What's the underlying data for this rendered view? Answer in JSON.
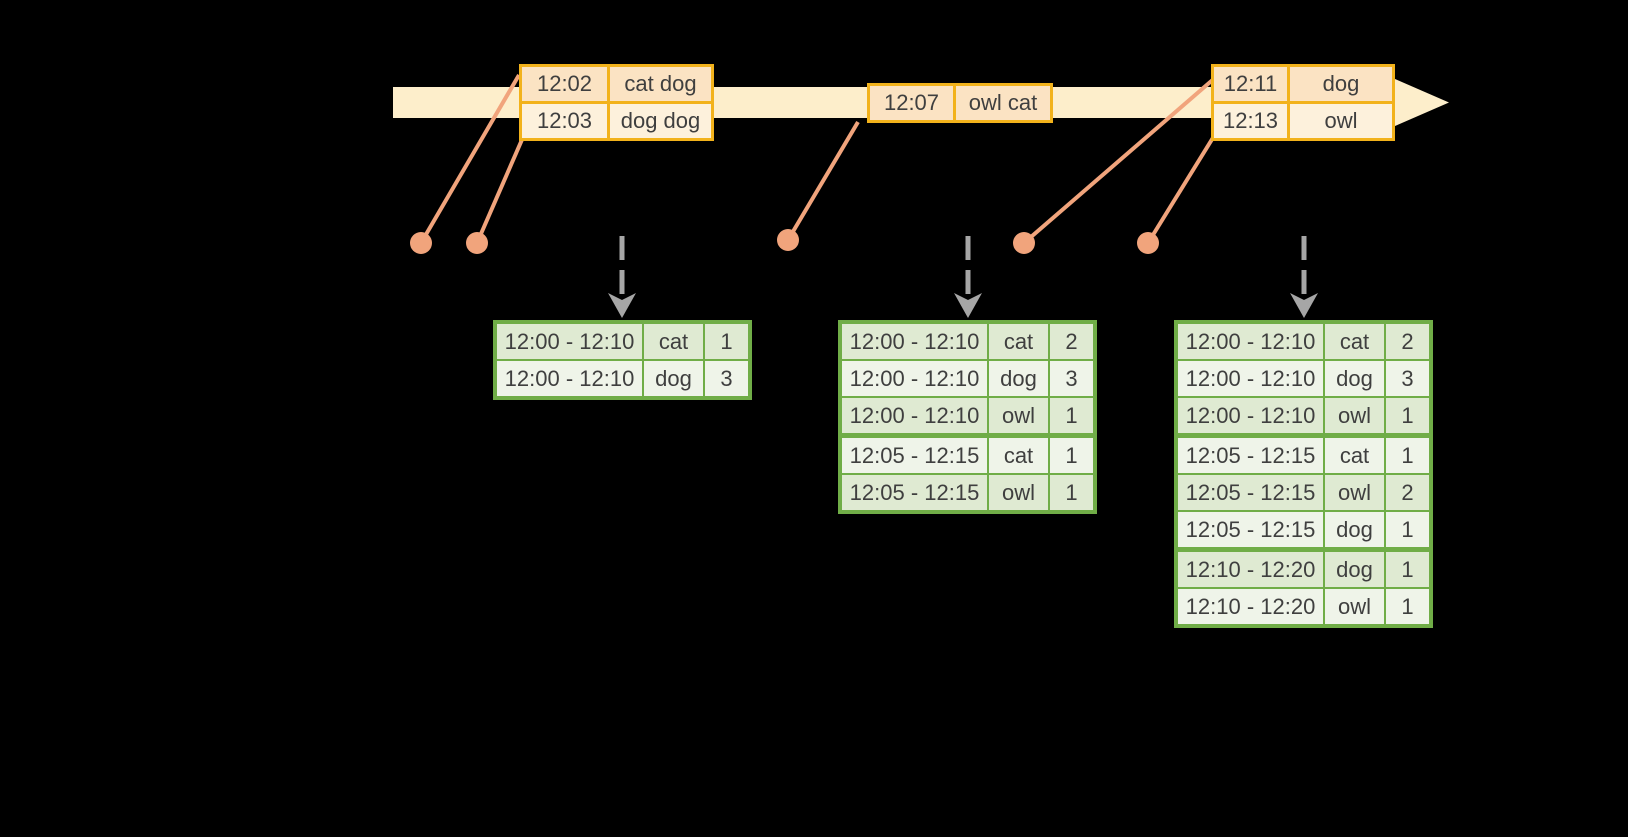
{
  "diagram": {
    "description_colors": {
      "background": "#000000",
      "timeline_fill": "#FDEECB",
      "event_table_border": "#F2B21B",
      "event_row_dark": "#FBE3C3",
      "event_row_light": "#FDF1DC",
      "connector": "#F1A47C",
      "result_table_border": "#70AD47",
      "result_row_dark": "#DFEAD2",
      "result_row_light": "#EFF4E9",
      "trigger_arrow": "#A6A6A6",
      "text": "#3F3F3F"
    },
    "event_tables": [
      {
        "rows": [
          {
            "cells": [
              "12:02",
              "cat dog"
            ]
          },
          {
            "cells": [
              "12:03",
              "dog dog"
            ]
          }
        ]
      },
      {
        "rows": [
          {
            "cells": [
              "12:07",
              "owl cat"
            ]
          }
        ]
      },
      {
        "rows": [
          {
            "cells": [
              "12:11",
              "dog"
            ]
          },
          {
            "cells": [
              "12:13",
              "owl"
            ]
          }
        ]
      }
    ],
    "result_tables": [
      {
        "rows": [
          {
            "cells": [
              "12:00 - 12:10",
              "cat",
              "1"
            ]
          },
          {
            "cells": [
              "12:00 - 12:10",
              "dog",
              "3"
            ]
          }
        ]
      },
      {
        "rows": [
          {
            "cells": [
              "12:00 - 12:10",
              "cat",
              "2"
            ]
          },
          {
            "cells": [
              "12:00 - 12:10",
              "dog",
              "3"
            ]
          },
          {
            "cells": [
              "12:00 - 12:10",
              "owl",
              "1"
            ]
          },
          {
            "cells": [
              "12:05 - 12:15",
              "cat",
              "1"
            ]
          },
          {
            "cells": [
              "12:05 - 12:15",
              "owl",
              "1"
            ]
          }
        ]
      },
      {
        "rows": [
          {
            "cells": [
              "12:00 - 12:10",
              "cat",
              "2"
            ]
          },
          {
            "cells": [
              "12:00 - 12:10",
              "dog",
              "3"
            ]
          },
          {
            "cells": [
              "12:00 - 12:10",
              "owl",
              "1"
            ]
          },
          {
            "cells": [
              "12:05 - 12:15",
              "cat",
              "1"
            ]
          },
          {
            "cells": [
              "12:05 - 12:15",
              "owl",
              "2"
            ]
          },
          {
            "cells": [
              "12:05 - 12:15",
              "dog",
              "1"
            ]
          },
          {
            "cells": [
              "12:10 - 12:20",
              "dog",
              "1"
            ]
          },
          {
            "cells": [
              "12:10 - 12:20",
              "owl",
              "1"
            ]
          }
        ]
      }
    ]
  }
}
